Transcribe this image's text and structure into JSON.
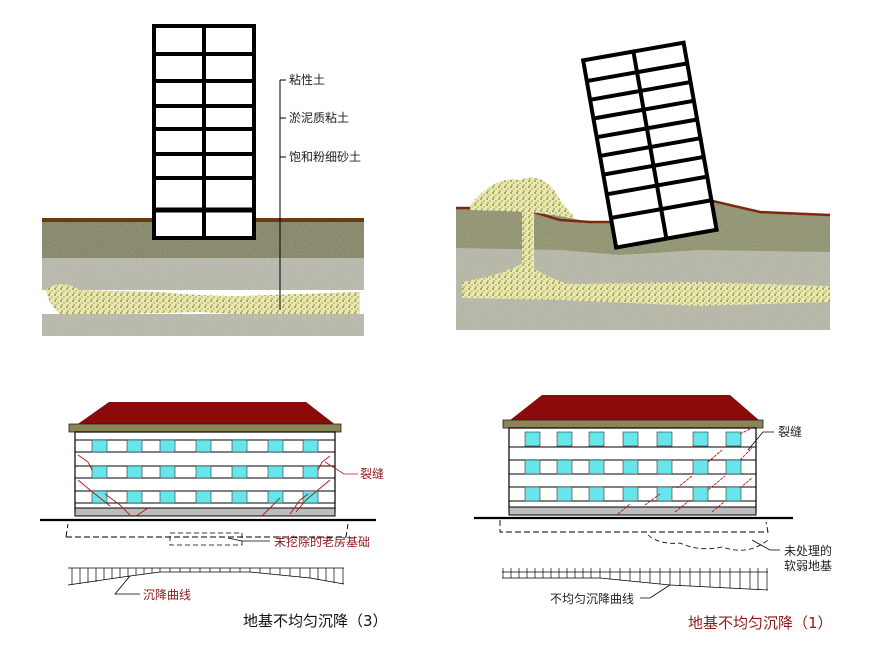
{
  "panels": {
    "top_left": {
      "soil_labels": [
        "粘性土",
        "淤泥质粘土",
        "饱和粉细砂土"
      ]
    },
    "top_right": {},
    "bottom_left": {
      "crack_label": "裂缝",
      "foundation_label": "未挖除的老房基础",
      "curve_label": "沉降曲线",
      "caption": "地基不均匀沉降（3）"
    },
    "bottom_right": {
      "crack_label": "裂缝",
      "foundation_label_line1": "未处理的",
      "foundation_label_line2": "软弱地基",
      "curve_label": "不均匀沉降曲线",
      "caption": "地基不均匀沉降（1）"
    }
  },
  "colors": {
    "roof": "#8b0a0a",
    "eave": "#8b8455",
    "window": "#66e6ea",
    "crack": "#b01818",
    "soil_top": "#7d7f55",
    "soil_mid": "#b8b8a8",
    "sand": "#cfd07a",
    "ground_line_brown": "#6b3a10"
  }
}
